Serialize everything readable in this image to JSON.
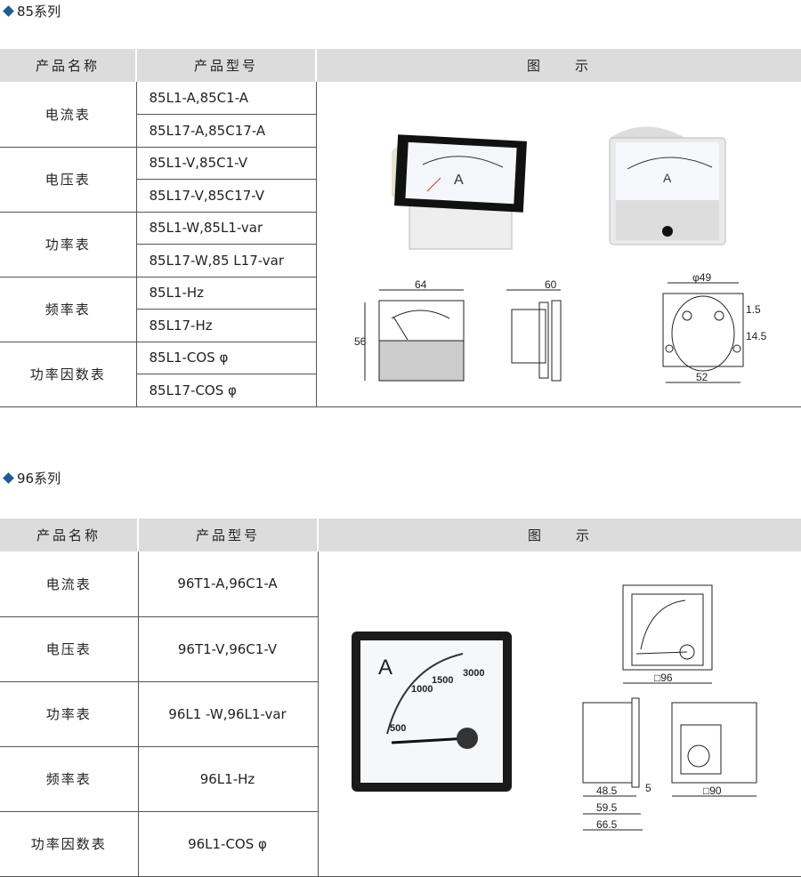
{
  "series85": {
    "title": "85系列",
    "headers": [
      "产品名称",
      "产品型号",
      "图　　示"
    ],
    "rows": [
      {
        "name": "电流表",
        "models": [
          "85L1-A,85C1-A",
          "85L17-A,85C17-A"
        ]
      },
      {
        "name": "电压表",
        "models": [
          "85L1-V,85C1-V",
          "85L17-V,85C17-V"
        ]
      },
      {
        "name": "功率表",
        "models": [
          "85L1-W,85L1-var",
          "85L17-W,85 L17-var"
        ]
      },
      {
        "name": "频率表",
        "models": [
          "85L1-Hz",
          "85L17-Hz"
        ]
      },
      {
        "name": "功率因数表",
        "models": [
          "85L1-COS φ",
          "85L17-COS φ"
        ]
      }
    ],
    "dims": {
      "width": "64",
      "height": "56",
      "depth": "60",
      "dia": "φ49",
      "mount": "52",
      "d1": "1.5",
      "d2": "14.5"
    }
  },
  "series96": {
    "title": "96系列",
    "headers": [
      "产品名称",
      "产品型号",
      "图　　示"
    ],
    "rows": [
      {
        "name": "电流表",
        "model": "96T1-A,96C1-A"
      },
      {
        "name": "电压表",
        "model": "96T1-V,96C1-V"
      },
      {
        "name": "功率表",
        "model": "96L1 -W,96L1-var"
      },
      {
        "name": "频率表",
        "model": "96L1-Hz"
      },
      {
        "name": "功率因数表",
        "model": "96L1-COS φ"
      }
    ],
    "meter": {
      "unit": "A",
      "scale": [
        "500",
        "1000",
        "1500",
        "3000"
      ]
    },
    "dims": {
      "front": "□96",
      "panel": "□90",
      "a": "48.5",
      "b": "5",
      "c": "59.5",
      "d": "66.5"
    }
  }
}
